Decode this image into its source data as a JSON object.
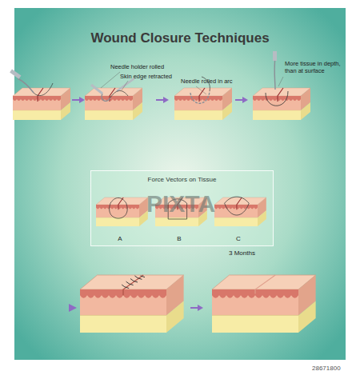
{
  "diagram": {
    "title": "Wound Closure Techniques",
    "nodes": [
      {
        "text": [
          "Force Vectors on Tissue"
        ]
      }
    ],
    "labels": [
      "Needle holder rolled",
      "Skin edge retracted",
      "Needle rolled in arc",
      "More tissue in depth, than at surface",
      "A",
      "B",
      "C",
      "3 Months",
      "PIXTA",
      "28671800"
    ]
  }
}
